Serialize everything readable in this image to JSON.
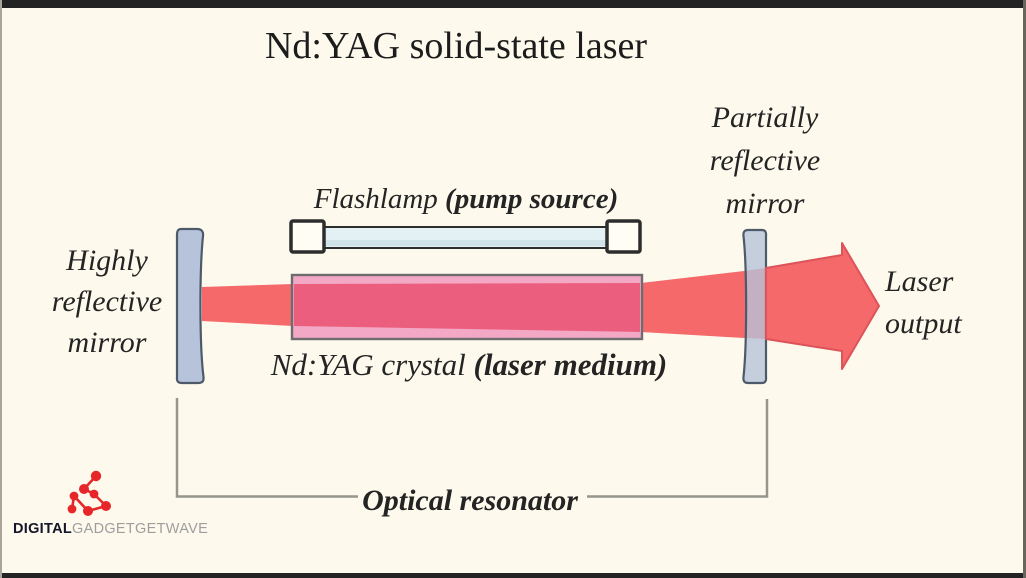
{
  "title": "Nd:YAG solid-state laser",
  "diagram": {
    "flashlamp_label": {
      "text": "Flashlamp ",
      "emphasis": "(pump source)"
    },
    "crystal_label": {
      "text": "Nd:YAG crystal ",
      "emphasis": "(laser medium)"
    },
    "left_mirror_label": {
      "line1": "Highly",
      "line2": "reflective",
      "line3": "mirror"
    },
    "right_mirror_label": {
      "line1": "Partially",
      "line2": "reflective",
      "line3": "mirror"
    },
    "laser_output_label": {
      "line1": "Laser",
      "line2": "output"
    },
    "resonator_label": "Optical resonator",
    "components": [
      "highly-reflective-mirror",
      "flashlamp-pump-source",
      "nd-yag-crystal-laser-medium",
      "partially-reflective-mirror",
      "laser-beam",
      "laser-output-arrow",
      "optical-resonator-bracket"
    ]
  },
  "watermark": {
    "brand_bold": "DIGITAL",
    "brand_light": "GADGETGETWAVE",
    "icon": "molecule-network-icon"
  },
  "colors": {
    "background": "#fdf9ec",
    "beam": "#f5696b",
    "beam_in_crystal": "#ec5e7e",
    "crystal": "#f3a9c5",
    "mirror": "#b7c3da",
    "mirror_outline": "#4d5a6a",
    "flashlamp_tube": "#e4f1f4",
    "arrow_outline": "#dc5359",
    "bracket_line": "#97968c",
    "text": "#1f1f1f",
    "logo_red": "#e62628",
    "logo_gray": "#9e9e9e"
  }
}
